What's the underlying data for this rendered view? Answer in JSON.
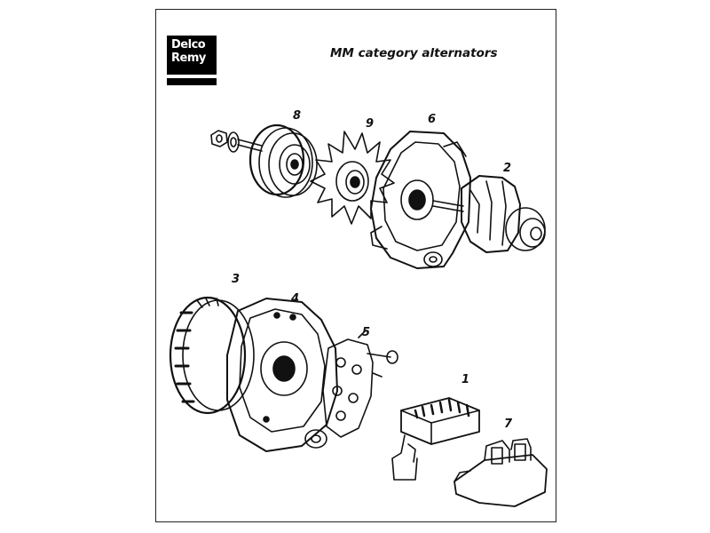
{
  "logo": {
    "line1": "Delco",
    "line2": "Remy"
  },
  "title": "MM category alternators",
  "parts": [
    {
      "number": "8",
      "part": "pulley-with-nut"
    },
    {
      "number": "9",
      "part": "fan"
    },
    {
      "number": "6",
      "part": "drive-end-housing"
    },
    {
      "number": "2",
      "part": "rotor"
    },
    {
      "number": "3",
      "part": "stator"
    },
    {
      "number": "4",
      "part": "slip-ring-end-housing"
    },
    {
      "number": "5",
      "part": "rectifier-bridge"
    },
    {
      "number": "1",
      "part": "voltage-regulator"
    },
    {
      "number": "7",
      "part": "brush-holder"
    }
  ]
}
